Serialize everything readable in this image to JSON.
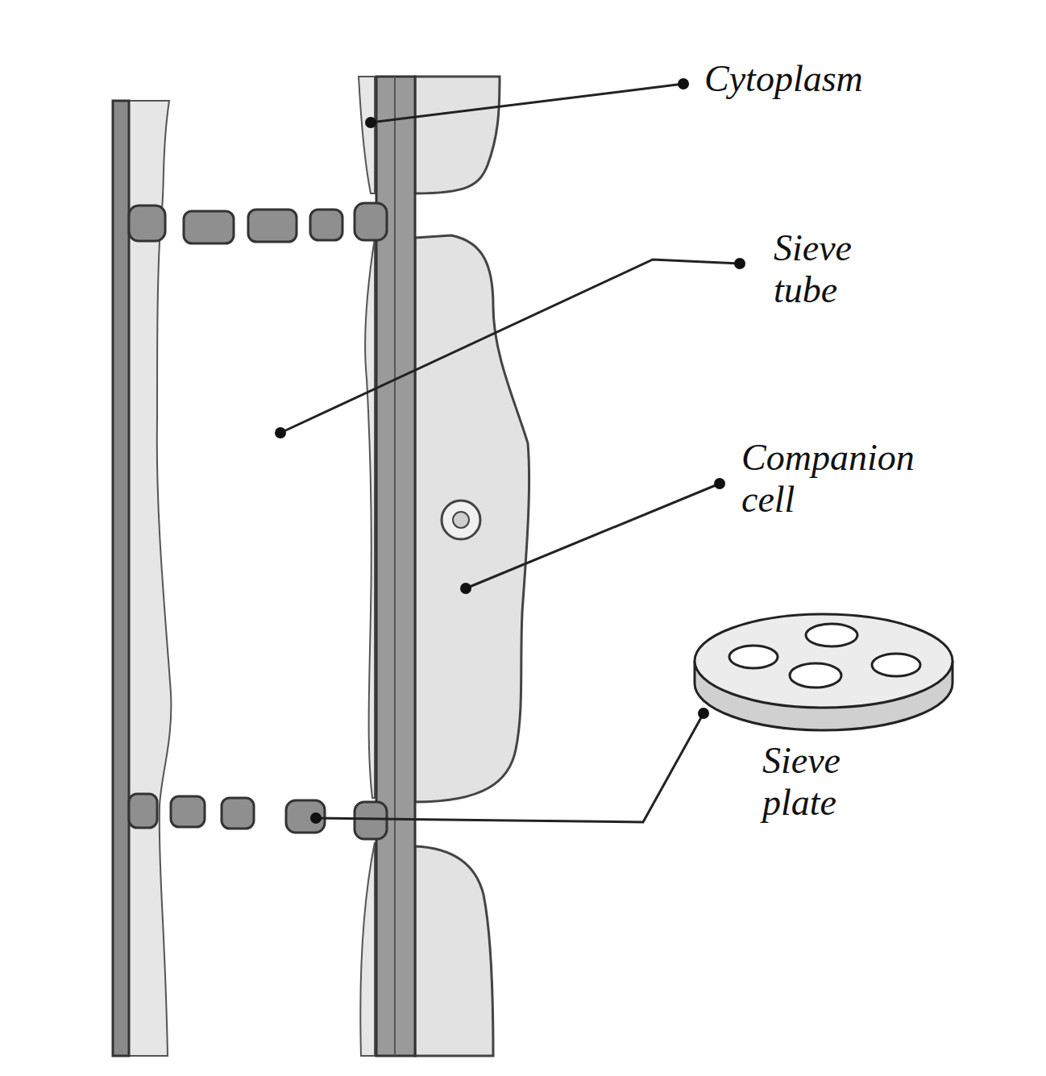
{
  "diagram": {
    "labels": [
      "Cytoplasm",
      "Sieve tube",
      "Companion cell",
      "Sieve plate"
    ]
  }
}
